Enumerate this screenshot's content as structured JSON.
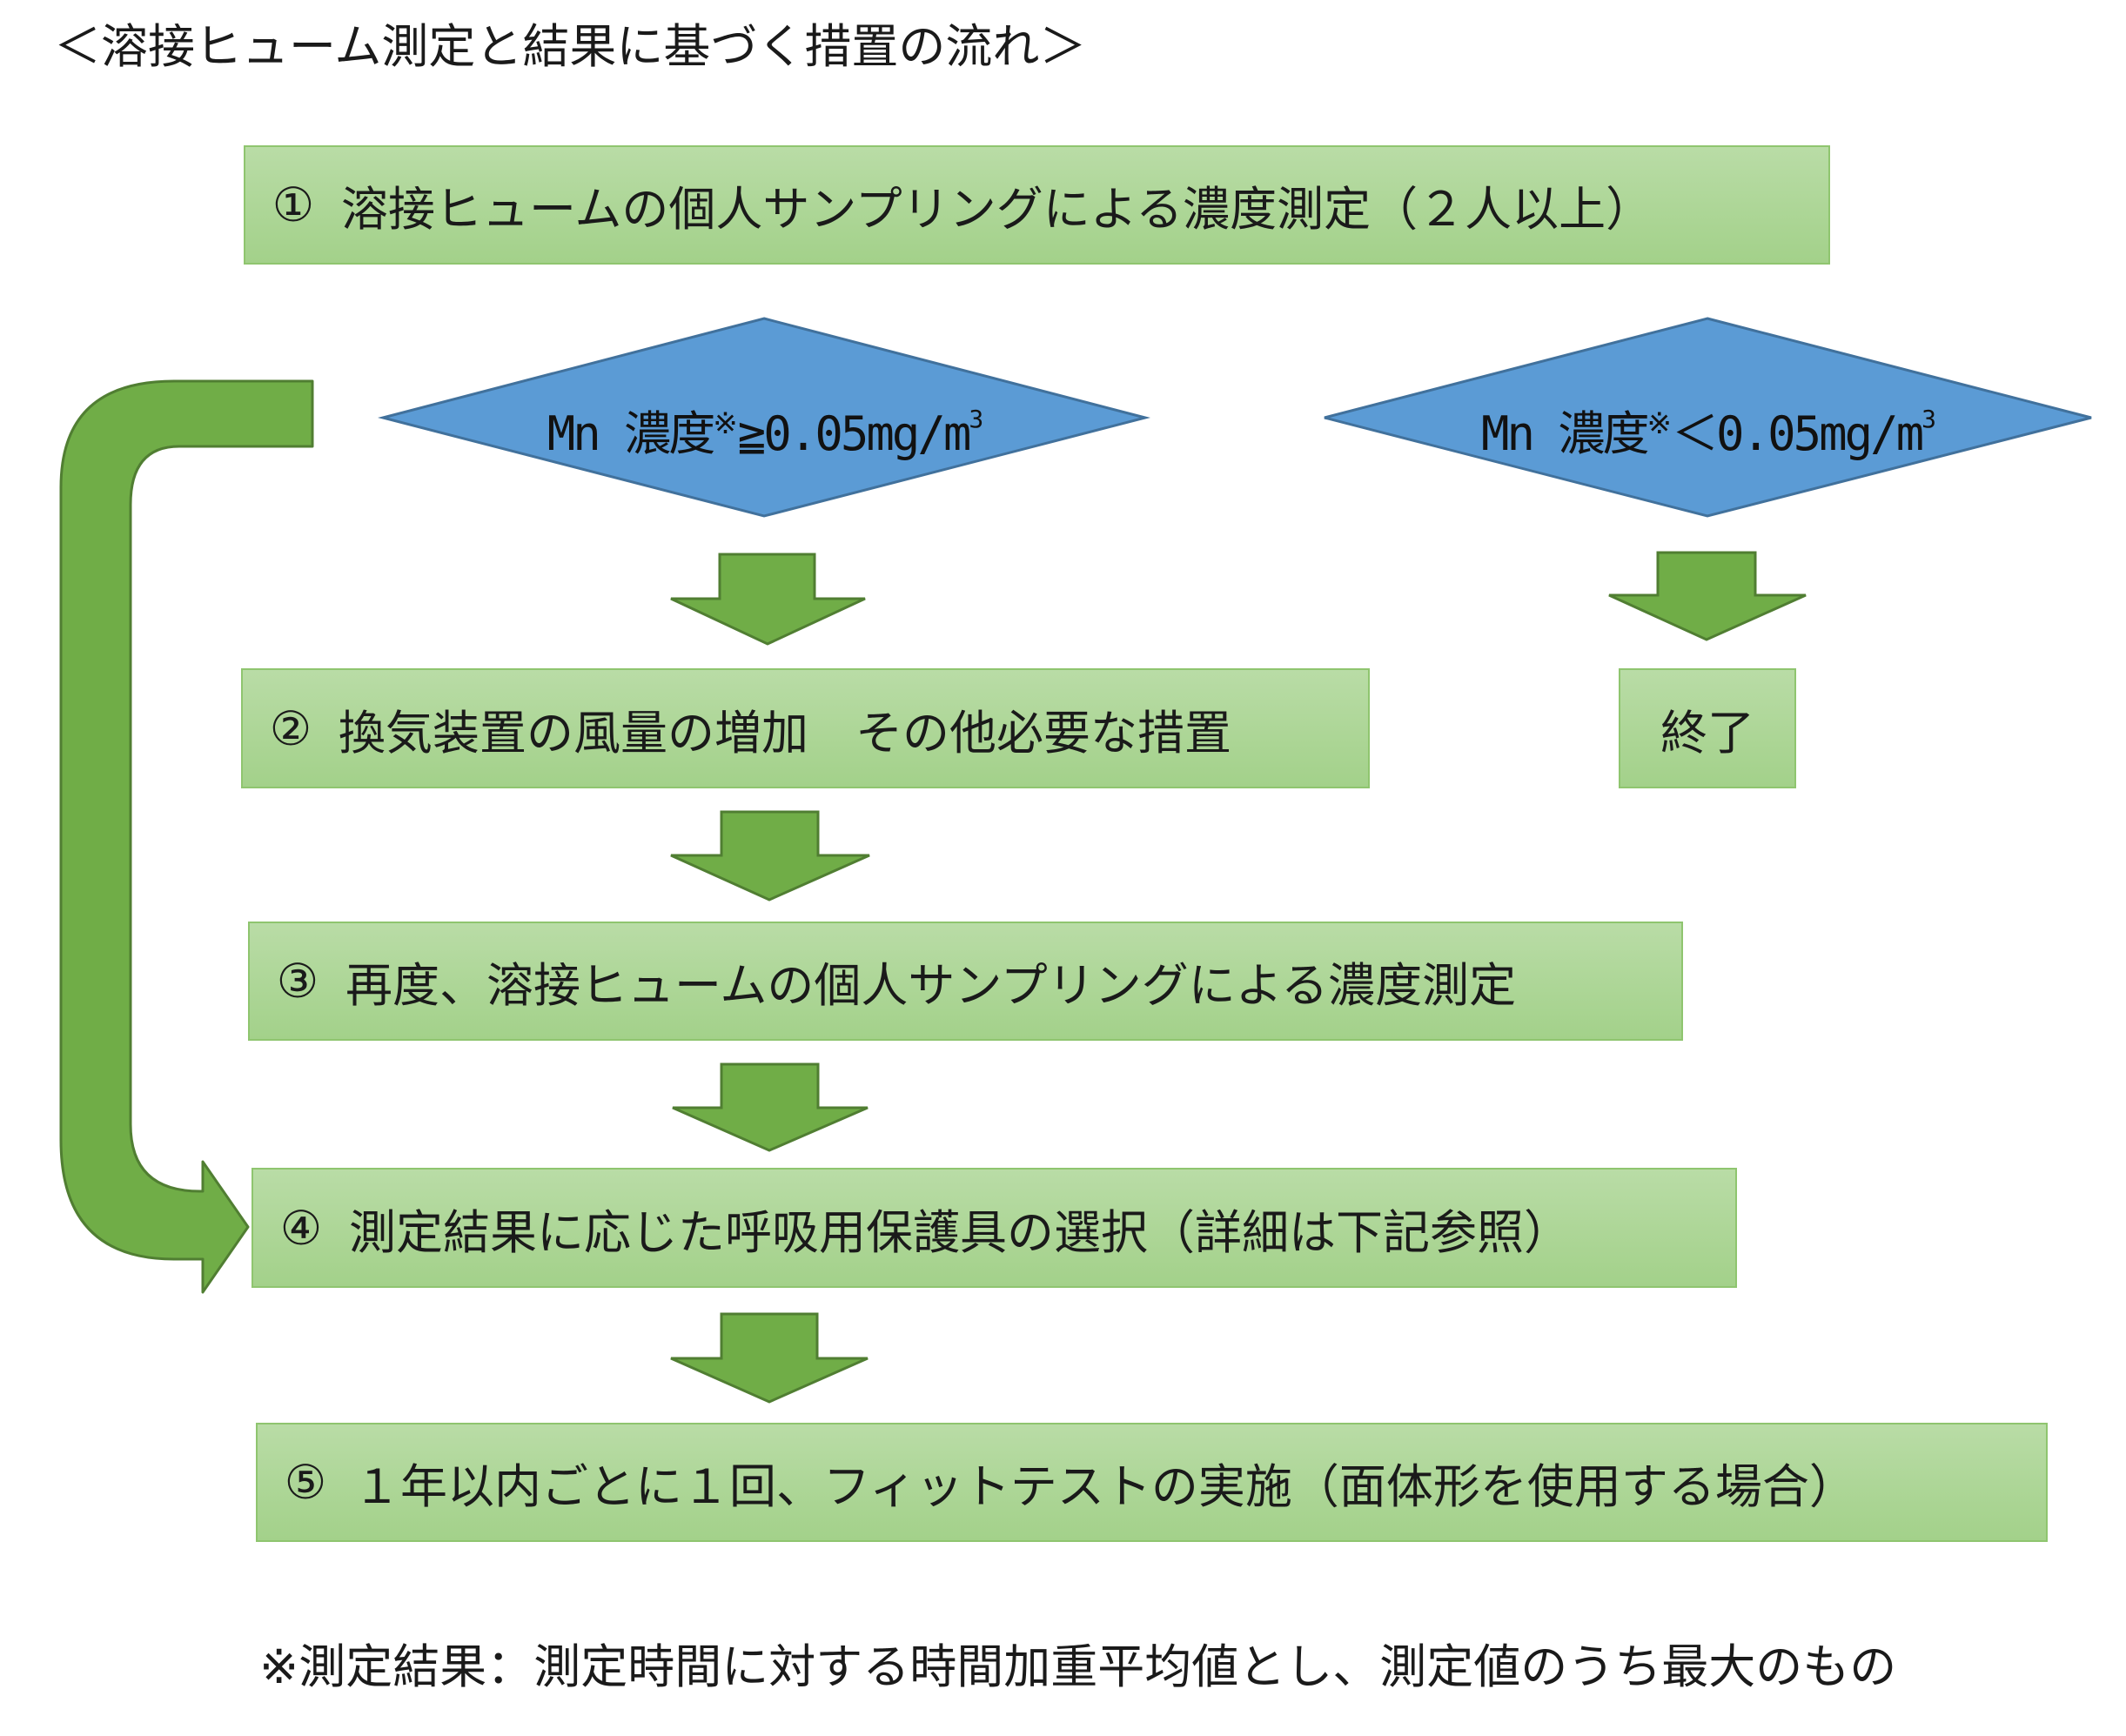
{
  "title": "＜溶接ヒューム測定と結果に基づく措置の流れ＞",
  "colors": {
    "box_fill": "#a9d18e",
    "box_border": "#8fc56f",
    "diamond_fill": "#5b9bd5",
    "diamond_border": "#41719c",
    "arrow_fill": "#70ad47",
    "arrow_border": "#507e32"
  },
  "steps": [
    {
      "num": "①",
      "text": "溶接ヒュームの個人サンプリングによる濃度測定（２人以上）"
    },
    {
      "num": "②",
      "text": "換気装置の風量の増加　その他必要な措置"
    },
    {
      "num": "③",
      "text": "再度、溶接ヒュームの個人サンプリングによる濃度測定"
    },
    {
      "num": "④",
      "text": "測定結果に応じた呼吸用保護具の選択（詳細は下記参照）"
    },
    {
      "num": "⑤",
      "text": "１年以内ごとに１回、フィットテストの実施（面体形を使用する場合）"
    }
  ],
  "end_box": "終了",
  "decisions": {
    "left": {
      "prefix": "Mn 濃度",
      "mark": "※",
      "condition": "≧0.05mg/m",
      "exp": "3"
    },
    "right": {
      "prefix": "Mn 濃度",
      "mark": "※",
      "condition": "＜0.05mg/m",
      "exp": "3"
    }
  },
  "footnote": "※測定結果：測定時間に対する時間加重平均値とし、測定値のうち最大のもの"
}
